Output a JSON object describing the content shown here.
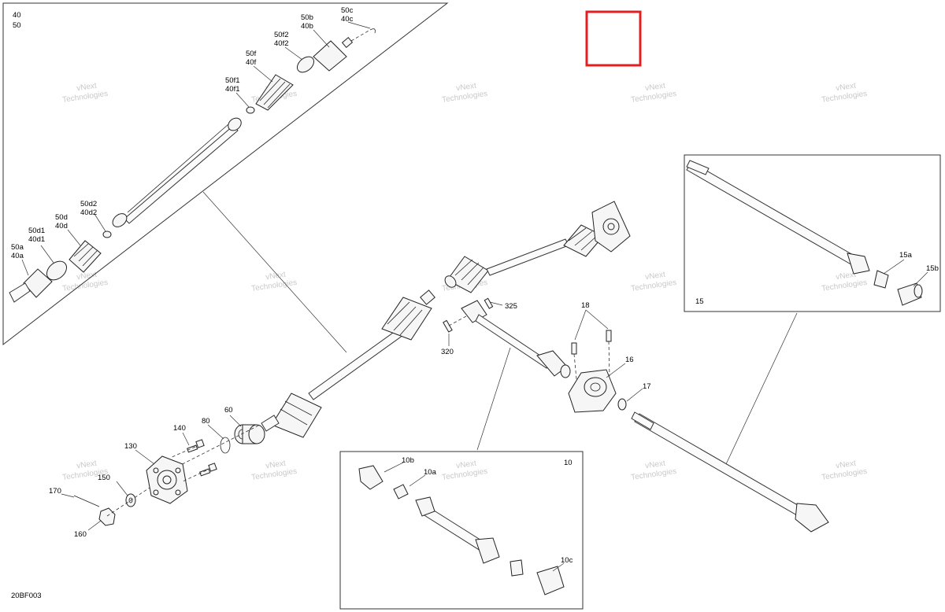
{
  "diagram_code": "20BF003",
  "watermark": {
    "line1": "vNext",
    "line2": "Technologies"
  },
  "highlight_color": "#e02020",
  "callouts": {
    "c40_50": {
      "a": "40",
      "b": "50"
    },
    "c50c": {
      "a": "50c",
      "b": "40c"
    },
    "c50b": {
      "a": "50b",
      "b": "40b"
    },
    "c50f2": {
      "a": "50f2",
      "b": "40f2"
    },
    "c50f": {
      "a": "50f",
      "b": "40f"
    },
    "c50f1": {
      "a": "50f1",
      "b": "40f1"
    },
    "c50d2": {
      "a": "50d2",
      "b": "40d2"
    },
    "c50d": {
      "a": "50d",
      "b": "40d"
    },
    "c50d1": {
      "a": "50d1",
      "b": "40d1"
    },
    "c50a": {
      "a": "50a",
      "b": "40a"
    },
    "c325": "325",
    "c320": "320",
    "c18": "18",
    "c16": "16",
    "c17": "17",
    "c15": "15",
    "c15a": "15a",
    "c15b": "15b",
    "c140": "140",
    "c80": "80",
    "c60": "60",
    "c130": "130",
    "c150": "150",
    "c170": "170",
    "c160": "160",
    "c10": "10",
    "c10a": "10a",
    "c10b": "10b",
    "c10c": "10c"
  }
}
